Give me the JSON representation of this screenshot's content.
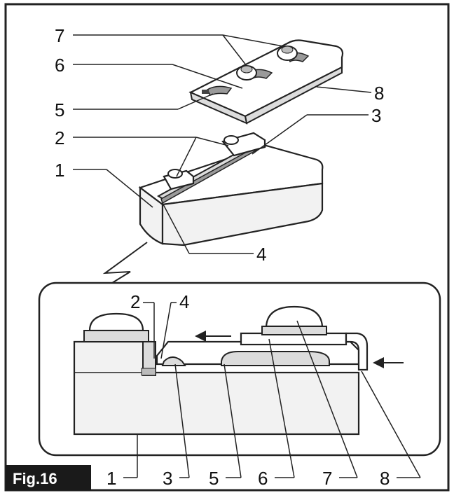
{
  "figure": {
    "label": "Fig.16",
    "upper_callouts": [
      "7",
      "6",
      "5",
      "2",
      "1",
      "3",
      "8",
      "4"
    ],
    "detail_callouts_top": [
      "2",
      "4"
    ],
    "bottom_callouts": [
      "1",
      "3",
      "5",
      "6",
      "7",
      "8"
    ]
  },
  "colors": {
    "badge": "#1a1a1a",
    "line": "#222222",
    "surface": "#f2f2f2"
  }
}
